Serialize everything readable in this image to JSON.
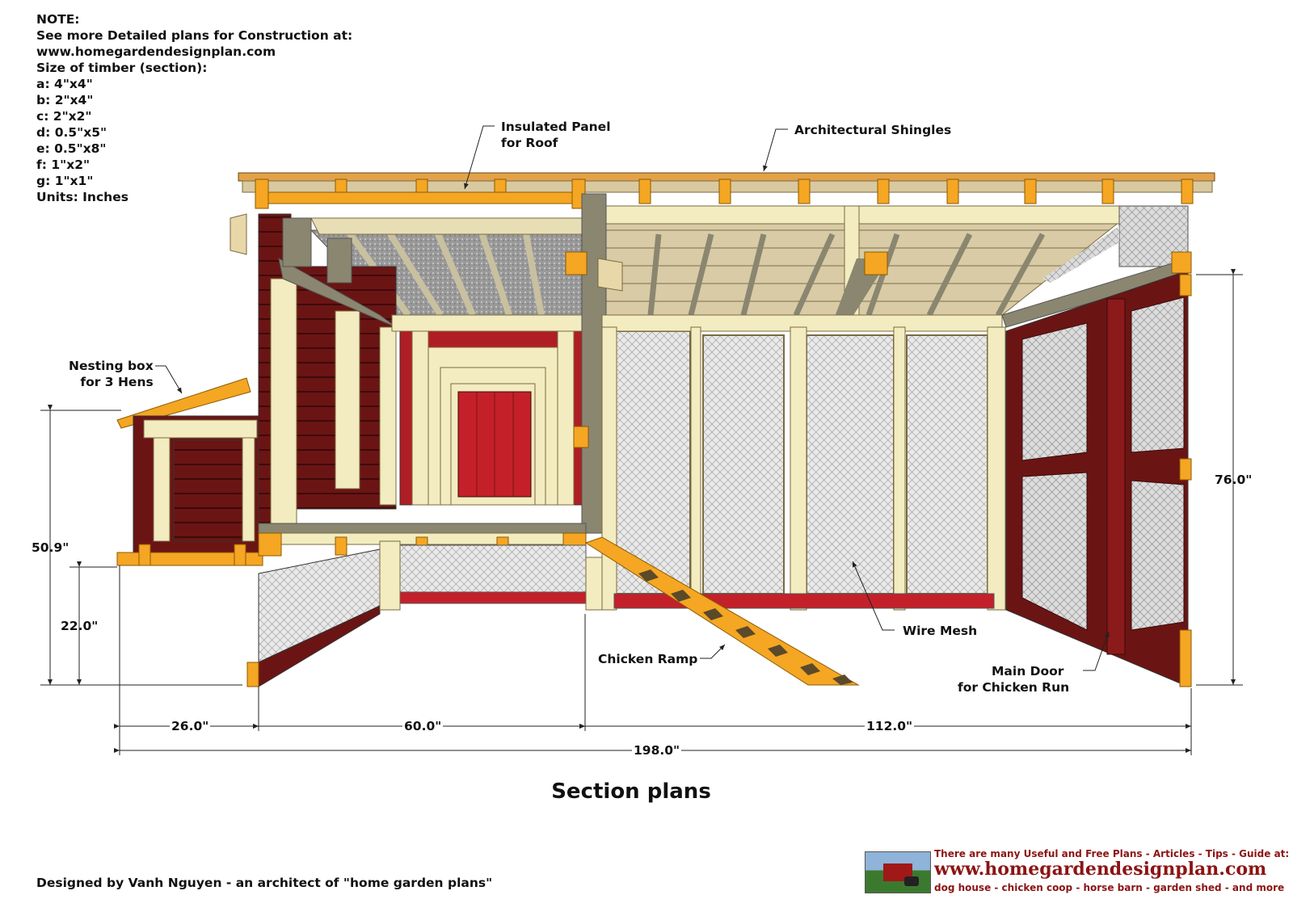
{
  "note": {
    "lines": [
      "NOTE:",
      "See more Detailed plans for Construction at:",
      "www.homegardendesignplan.com",
      "Size of timber (section):",
      "a: 4\"x4\"",
      "b: 2\"x4\"",
      "c: 2\"x2\"",
      "d: 0.5\"x5\"",
      "e: 0.5\"x8\"",
      "f: 1\"x2\"",
      "g: 1\"x1\"",
      "Units: Inches"
    ]
  },
  "labels": {
    "insulated_panel": [
      "Insulated Panel",
      "for Roof"
    ],
    "shingles": "Architectural Shingles",
    "nesting_box": [
      "Nesting box",
      "for 3 Hens"
    ],
    "chicken_ramp": "Chicken Ramp",
    "wire_mesh": "Wire Mesh",
    "main_door": [
      "Main Door",
      "for Chicken Run"
    ]
  },
  "dimensions": {
    "height_nesting": "50.9\"",
    "height_floor": "22.0\"",
    "height_total": "76.0\"",
    "width_nest": "26.0\"",
    "width_coop": "60.0\"",
    "width_run": "112.0\"",
    "width_total": "198.0\""
  },
  "title": "Section plans",
  "credit": "Designed by Vanh Nguyen - an architect of \"home garden plans\"",
  "banner": {
    "line1": "There are many Useful and Free Plans - Articles - Tips - Guide at:",
    "url": "www.homegardendesignplan.com",
    "line3": "dog house - chicken coop - horse barn - garden shed - and more"
  },
  "colors": {
    "lumber_orange": "#f5a623",
    "cream": "#f3ecc0",
    "dark_red": "#6b1414",
    "red_door": "#c4202a",
    "olive": "#8a8670"
  }
}
